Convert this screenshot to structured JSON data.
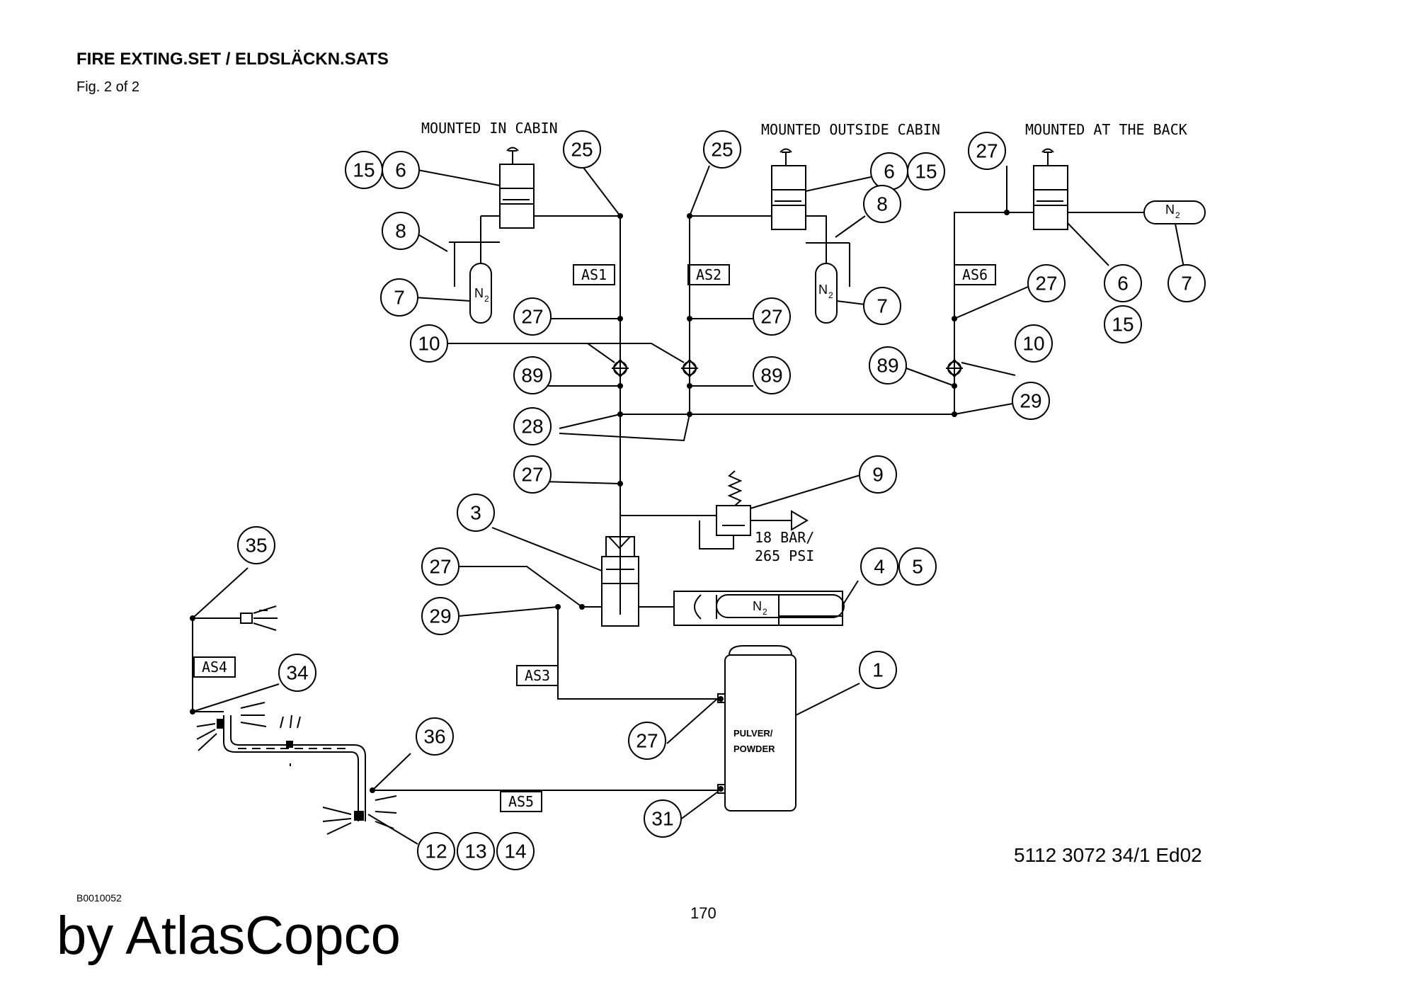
{
  "header": {
    "title": "FIRE EXTING.SET / ELDSLÄCKN.SATS",
    "figure": "Fig. 2 of 2"
  },
  "footer": {
    "doc_id": "B0010052",
    "brand": "by AtlasCopco",
    "page_number": "170",
    "part_number": "5112 3072 34/1  Ed02"
  },
  "diagram": {
    "labels": {
      "mounted_in_cabin": "MOUNTED IN CABIN",
      "mounted_outside_cabin": "MOUNTED OUTSIDE CABIN",
      "mounted_at_back": "MOUNTED AT THE BACK",
      "pressure_bar": "18 BAR/",
      "pressure_psi": "265 PSI",
      "pulver": "PULVER/",
      "powder": "POWDER",
      "n2": "N",
      "n2_sub": "2"
    },
    "tags": {
      "as1": "AS1",
      "as2": "AS2",
      "as3": "AS3",
      "as4": "AS4",
      "as5": "AS5",
      "as6": "AS6"
    },
    "bubbles": {
      "b15a": "15",
      "b6a": "6",
      "b25a": "25",
      "b8a": "8",
      "b7a": "7",
      "b27a": "27",
      "b10a": "10",
      "b89a": "89",
      "b28": "28",
      "b27b": "27",
      "b25b": "25",
      "b6b": "6",
      "b15b": "15",
      "b8b": "8",
      "b7b": "7",
      "b27c": "27",
      "b89b": "89",
      "b27d": "27",
      "b27e": "27",
      "b6c": "6",
      "b7c": "7",
      "b15c": "15",
      "b10b": "10",
      "b89c": "89",
      "b29a": "29",
      "b9": "9",
      "b3": "3",
      "b27f": "27",
      "b29b": "29",
      "b4": "4",
      "b5": "5",
      "b1": "1",
      "b35": "35",
      "b34": "34",
      "b36": "36",
      "b27g": "27",
      "b31": "31",
      "b12": "12",
      "b13": "13",
      "b14": "14"
    }
  }
}
